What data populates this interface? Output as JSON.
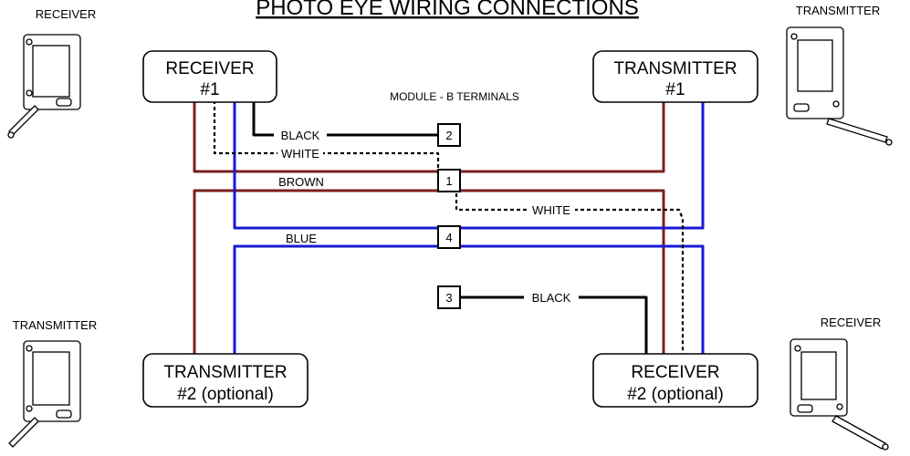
{
  "title": "PHOTO EYE WIRING CONNECTIONS",
  "module_label": "MODULE - B  TERMINALS",
  "corner_labels": {
    "top_left": "RECEIVER",
    "top_right": "TRANSMITTER",
    "bottom_left": "TRANSMITTER",
    "bottom_right": "RECEIVER"
  },
  "devices": {
    "receiver_1": {
      "line1": "RECEIVER",
      "line2": "#1"
    },
    "transmitter_1": {
      "line1": "TRANSMITTER",
      "line2": "#1"
    },
    "transmitter_2": {
      "line1": "TRANSMITTER",
      "line2": "#2 (optional)"
    },
    "receiver_2": {
      "line1": "RECEIVER",
      "line2": "#2 (optional)"
    }
  },
  "terminals": [
    "2",
    "1",
    "4",
    "3"
  ],
  "wire_labels": {
    "black_top": "BLACK",
    "white_top": "WHITE",
    "brown": "BROWN",
    "blue": "BLUE",
    "white_right": "WHITE",
    "black_bottom": "BLACK"
  },
  "colors": {
    "brown_wire": "#7a1f1f",
    "blue_wire": "#1a1ad6",
    "black_wire": "#000000",
    "white_wire_dashed": "#000000"
  }
}
